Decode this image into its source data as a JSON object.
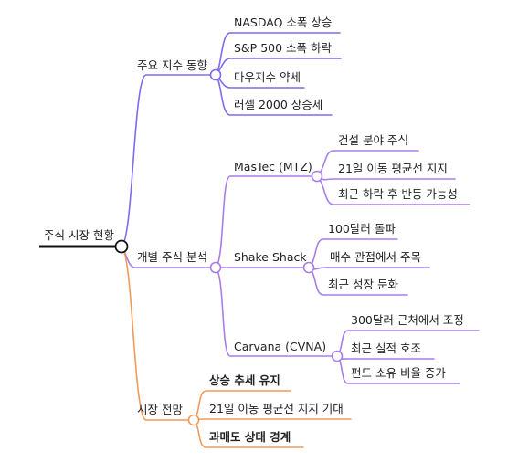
{
  "colors": {
    "root": "#111111",
    "branch_indices": "#7b6cf0",
    "branch_stocks": "#a77ee8",
    "branch_outlook": "#f29a5c"
  },
  "root": {
    "label": "주식 시장 현황"
  },
  "branches": [
    {
      "label": "주요 지수 동향",
      "children": [
        {
          "label": "NASDAQ 소폭 상승"
        },
        {
          "label": "S&P 500 소폭 하락"
        },
        {
          "label": "다우지수 약세"
        },
        {
          "label": "러셀 2000 상승세"
        }
      ]
    },
    {
      "label": "개별 주식 분석",
      "children": [
        {
          "label": "MasTec (MTZ)",
          "children": [
            {
              "label": "건설 분야 주식"
            },
            {
              "label": "21일 이동 평균선 지지"
            },
            {
              "label": "최근 하락 후 반등 가능성"
            }
          ]
        },
        {
          "label": "Shake Shack",
          "children": [
            {
              "label": "100달러 돌파"
            },
            {
              "label": "매수 관점에서 주목"
            },
            {
              "label": "최근 성장 둔화"
            }
          ]
        },
        {
          "label": "Carvana (CVNA)",
          "children": [
            {
              "label": "300달러 근처에서 조정"
            },
            {
              "label": "최근 실적 호조"
            },
            {
              "label": "펀드 소유 비율 증가"
            }
          ]
        }
      ]
    },
    {
      "label": "시장 전망",
      "children": [
        {
          "label": "상승 추세 유지"
        },
        {
          "label": "21일 이동 평균선 지지 기대"
        },
        {
          "label": "과매도 상태 경계"
        }
      ]
    }
  ]
}
